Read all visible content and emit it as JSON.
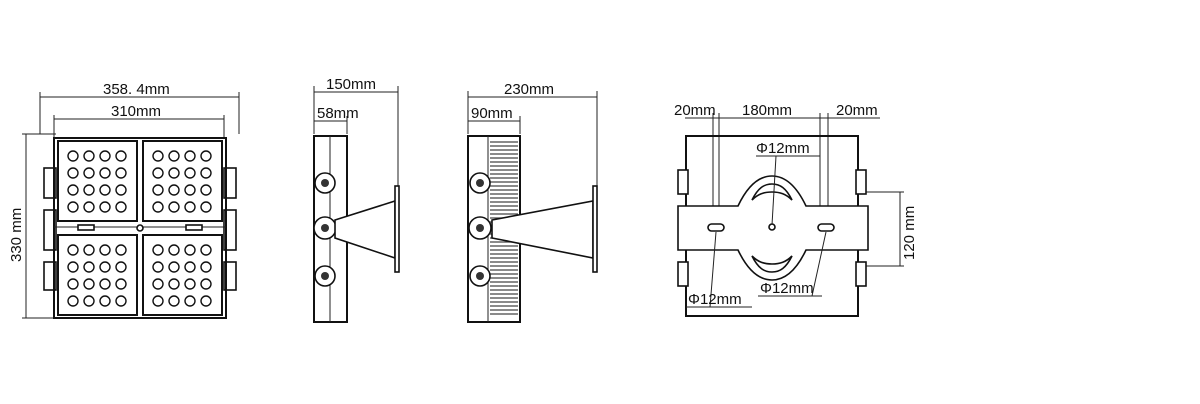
{
  "views": {
    "front": {
      "overall_width": "358. 4mm",
      "panel_width": "310mm",
      "height": "330 mm"
    },
    "side1": {
      "overall_depth": "150mm",
      "body_depth": "58mm"
    },
    "side2": {
      "overall_depth": "230mm",
      "body_depth": "90mm"
    },
    "bracket": {
      "left_offset": "20mm",
      "hole_spacing": "180mm",
      "right_offset": "20mm",
      "center_hole": "Φ12mm",
      "bracket_height": "120 mm",
      "left_hole": "Φ12mm",
      "bottom_hole": "Φ12mm"
    }
  }
}
